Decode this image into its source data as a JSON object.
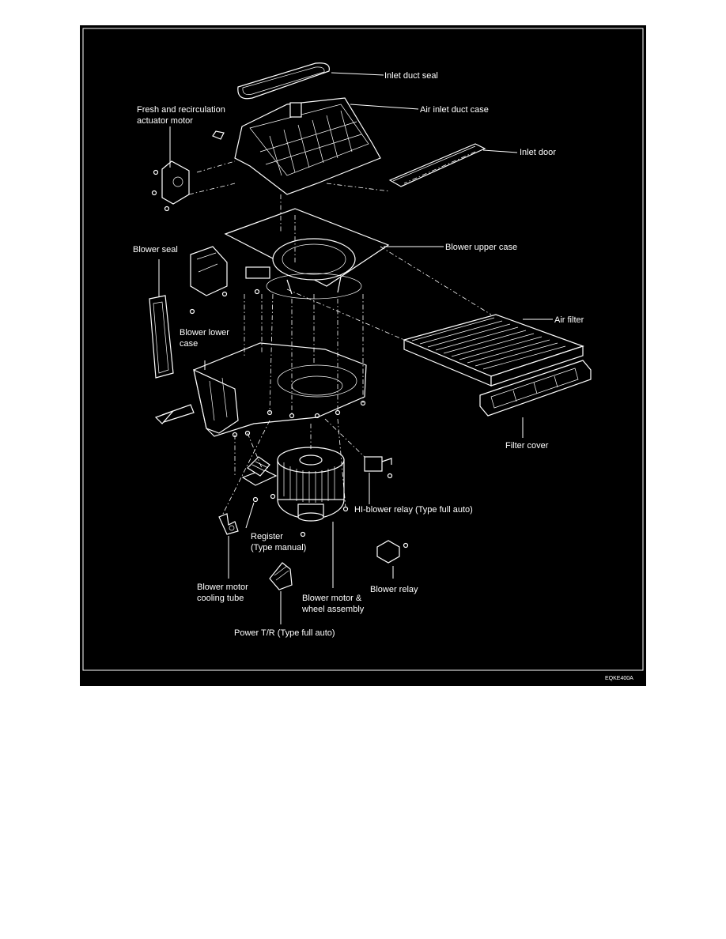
{
  "figure_code": "EQKE400A",
  "labels": {
    "inlet_duct_seal": "Inlet duct seal",
    "fresh_recirc_line1": "Fresh and recirculation",
    "fresh_recirc_line2": "actuator motor",
    "air_inlet_duct_case": "Air inlet duct case",
    "inlet_door": "Inlet door",
    "blower_seal": "Blower seal",
    "blower_upper_case": "Blower upper case",
    "air_filter": "Air filter",
    "blower_lower_case_line1": "Blower lower",
    "blower_lower_case_line2": "case",
    "filter_cover": "Filter cover",
    "hi_blower_relay": "HI-blower relay (Type full auto)",
    "register_line1": "Register",
    "register_line2": "(Type manual)",
    "blower_relay": "Blower relay",
    "cooling_tube_line1": "Blower motor",
    "cooling_tube_line2": "cooling tube",
    "motor_wheel_line1": "Blower motor &",
    "motor_wheel_line2": "wheel assembly",
    "power_tr": "Power T/R (Type full auto)"
  }
}
